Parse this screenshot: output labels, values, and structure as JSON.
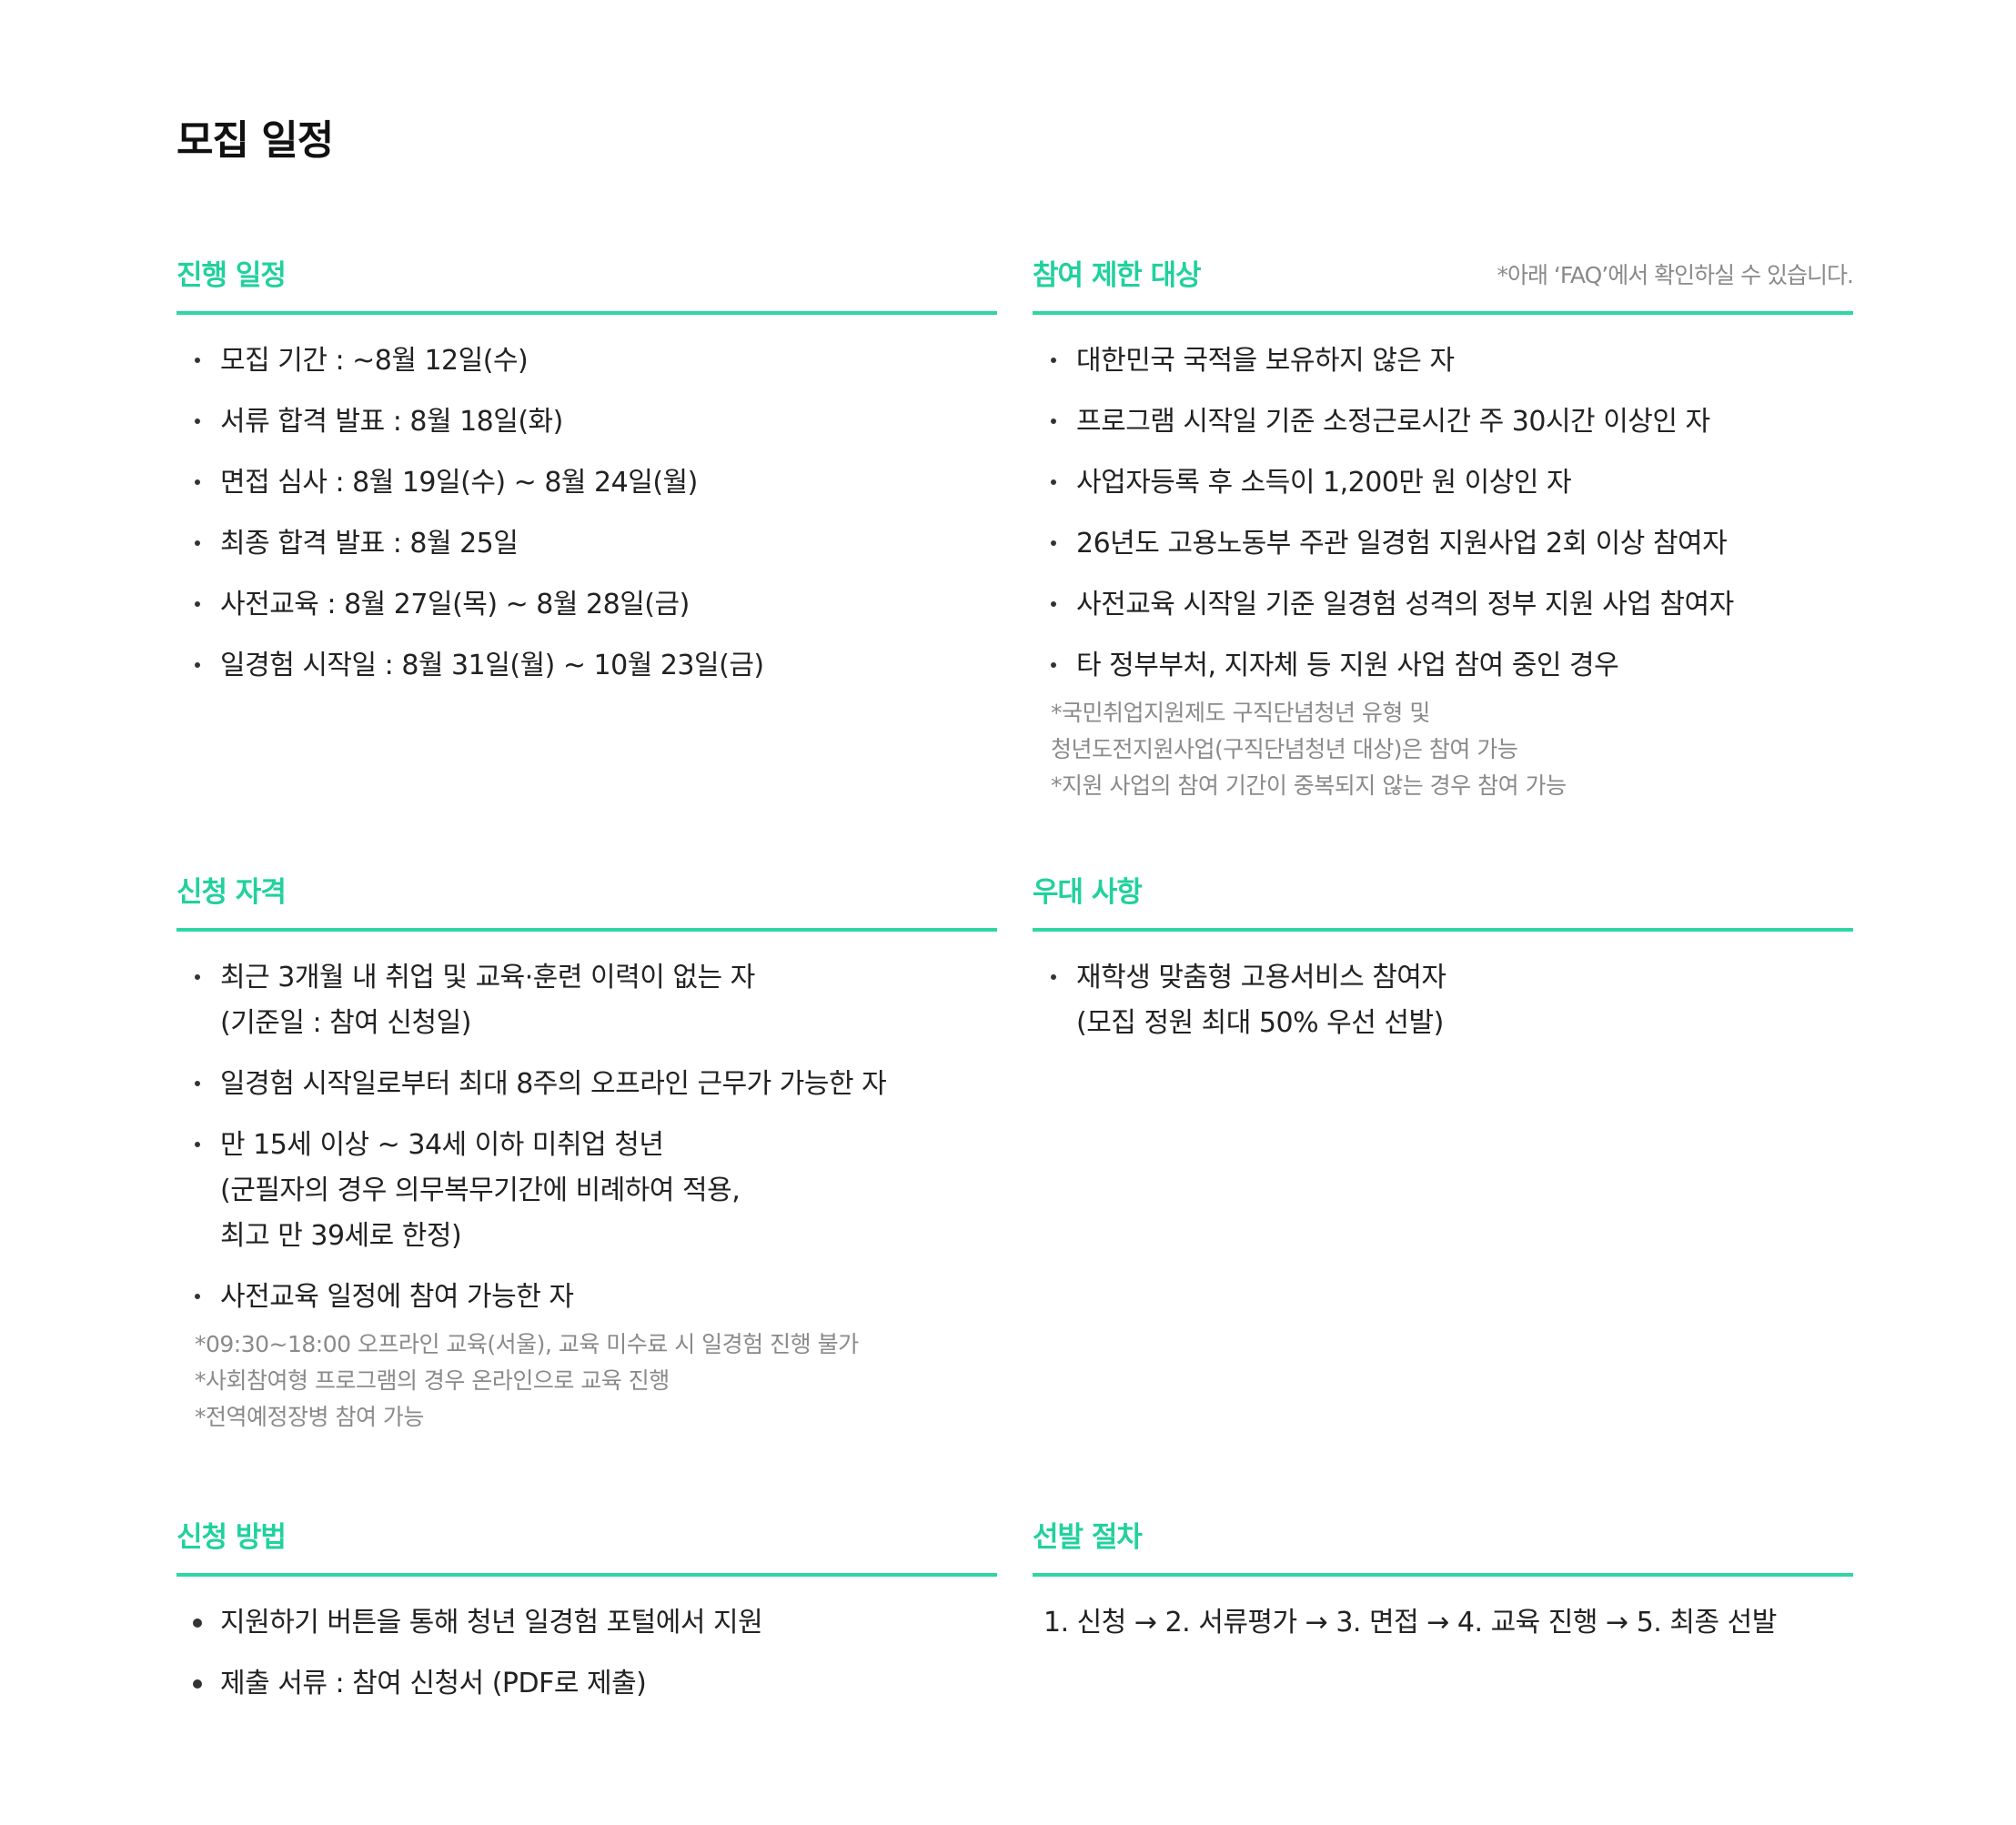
{
  "page": {
    "title": "모집 일정"
  },
  "accent_color": "#2ed6a3",
  "schedule": {
    "title": "진행 일정",
    "items": [
      "모집 기간 : ~8월 12일(수)",
      "서류 합격 발표 : 8월 18일(화)",
      "면접 심사 : 8월 19일(수) ~ 8월 24일(월)",
      "최종 합격 발표 : 8월 25일",
      "사전교육 : 8월 27일(목) ~ 8월 28일(금)",
      "일경험 시작일 : 8월 31일(월) ~ 10월 23일(금)"
    ]
  },
  "restrictions": {
    "title": "참여 제한 대상",
    "note": "*아래 ‘FAQ’에서 확인하실 수 있습니다.",
    "items": [
      "대한민국 국적을 보유하지 않은 자",
      "프로그램 시작일 기준 소정근로시간 주 30시간 이상인 자",
      "사업자등록 후 소득이 1,200만 원 이상인 자",
      "26년도 고용노동부 주관 일경험 지원사업 2회 이상 참여자",
      "사전교육 시작일 기준 일경험 성격의 정부 지원 사업 참여자",
      "타 정부부처, 지자체 등 지원 사업 참여 중인 경우"
    ],
    "notes": "*국민취업지원제도 구직단념청년 유형 및\n  청년도전지원사업(구직단념청년 대상)은 참여 가능\n*지원 사업의 참여 기간이 중복되지 않는 경우 참여 가능"
  },
  "eligibility": {
    "title": "신청 자격",
    "items": [
      "최근 3개월 내 취업 및 교육·훈련 이력이 없는 자\n(기준일 : 참여 신청일)",
      "일경험 시작일로부터 최대 8주의 오프라인 근무가 가능한 자",
      "만 15세 이상 ~ 34세 이하 미취업 청년\n(군필자의 경우 의무복무기간에 비례하여 적용,\n 최고 만 39세로 한정)",
      "사전교육 일정에 참여 가능한 자"
    ],
    "notes": "*09:30~18:00 오프라인 교육(서울), 교육 미수료 시 일경험 진행 불가\n*사회참여형 프로그램의 경우 온라인으로 교육 진행\n*전역예정장병 참여 가능"
  },
  "preference": {
    "title": "우대 사항",
    "items": [
      "재학생 맞춤형 고용서비스 참여자\n(모집 정원 최대 50% 우선 선발)"
    ]
  },
  "method": {
    "title": "신청 방법",
    "items": [
      "지원하기 버튼을 통해 청년 일경험 포털에서 지원",
      "제출 서류 : 참여 신청서 (PDF로 제출)"
    ]
  },
  "selection": {
    "title": "선발 절차",
    "steps": "1. 신청 → 2. 서류평가 → 3. 면접 → 4. 교육 진행 → 5. 최종 선발"
  }
}
